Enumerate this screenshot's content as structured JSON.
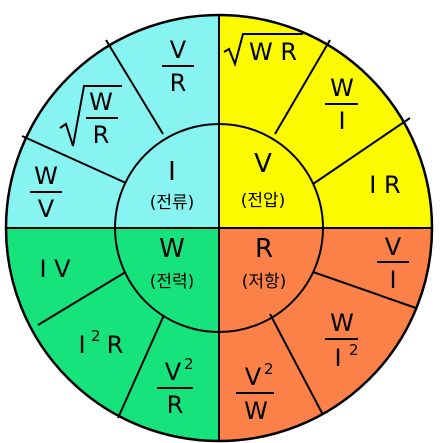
{
  "colors": {
    "current": "#88f4f2",
    "voltage": "#fbfa00",
    "power": "#16e37c",
    "resistance": "#fb8148",
    "outline": "#000000"
  },
  "center": {
    "current": {
      "symbol": "I",
      "name": "(전류)"
    },
    "voltage": {
      "symbol": "V",
      "name": "(전압)"
    },
    "power": {
      "symbol": "W",
      "name": "(전력)"
    },
    "resistance": {
      "symbol": "R",
      "name": "(저항)"
    }
  },
  "formulas": {
    "current": [
      {
        "num": "V",
        "den": "R"
      },
      {
        "num": "W",
        "den": "R",
        "sqrt": true
      },
      {
        "num": "W",
        "den": "V"
      }
    ],
    "voltage": [
      {
        "radicand": "W R"
      },
      {
        "num": "W",
        "den": "I"
      },
      {
        "text": "I R"
      }
    ],
    "resistance": [
      {
        "num": "V",
        "den": "I"
      },
      {
        "num": "W",
        "den": "I",
        "den_exp": "2"
      },
      {
        "num": "V",
        "num_exp": "2",
        "den": "W"
      }
    ],
    "power": [
      {
        "text": "I V"
      },
      {
        "base": "I",
        "exp": "2",
        "tail": "R"
      },
      {
        "num": "V",
        "num_exp": "2",
        "den": "R"
      }
    ]
  }
}
